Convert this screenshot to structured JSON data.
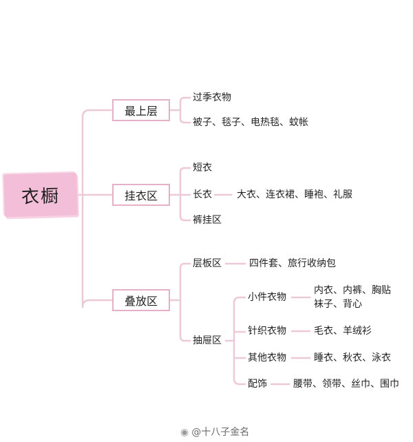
{
  "root": "衣橱",
  "branches": [
    {
      "label": "最上层",
      "items": [
        {
          "label": "过季衣物"
        },
        {
          "label": "被子、毯子、电热毯、蚊帐"
        }
      ]
    },
    {
      "label": "挂衣区",
      "items": [
        {
          "label": "短衣"
        },
        {
          "label": "长衣",
          "detail": "大衣、连衣裙、睡袍、礼服"
        },
        {
          "label": "裤挂区"
        }
      ]
    },
    {
      "label": "叠放区",
      "items": [
        {
          "label": "层板区",
          "detail": "四件套、旅行收纳包"
        },
        {
          "label": "抽屉区",
          "subitems": [
            {
              "label": "小件衣物",
              "detail_lines": [
                "内衣、内裤、胸贴",
                "袜子、背心"
              ]
            },
            {
              "label": "针织衣物",
              "detail_lines": [
                "毛衣、羊绒衫"
              ]
            },
            {
              "label": "其他衣物",
              "detail_lines": [
                "睡衣、秋衣、泳衣"
              ]
            },
            {
              "label": "配饰",
              "detail_lines": [
                "腰带、领带、丝巾、围巾"
              ]
            }
          ]
        }
      ]
    }
  ],
  "watermark": "@十八子金名",
  "colors": {
    "line": "#edc9d8",
    "box_border": "#e3b0c6",
    "root_fill": "#f3bfd8"
  }
}
